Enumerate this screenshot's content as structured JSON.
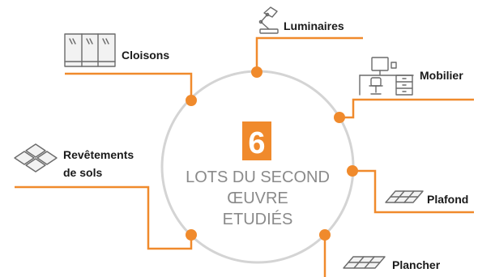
{
  "center": {
    "number": "6",
    "line1": "LOTS DU SECOND",
    "line2": "ŒUVRE",
    "line3": "ETUDIÉS"
  },
  "items": [
    {
      "label": "Luminaires",
      "icon": "desk-lamp-icon"
    },
    {
      "label": "Cloisons",
      "icon": "glass-partition-icon"
    },
    {
      "label": "Mobilier",
      "icon": "desk-furniture-icon"
    },
    {
      "label": "Revêtements",
      "label2": "de sols",
      "icon": "floor-tiles-icon"
    },
    {
      "label": "Plafond",
      "icon": "ceiling-grid-icon"
    },
    {
      "label": "Plancher",
      "icon": "floor-grid-icon"
    }
  ],
  "colors": {
    "accent": "#f08a2c",
    "circle": "#d4d4d4",
    "text_dark": "#1a1a1a",
    "text_grey": "#8a8a8a",
    "icon": "#6b6b6b"
  }
}
